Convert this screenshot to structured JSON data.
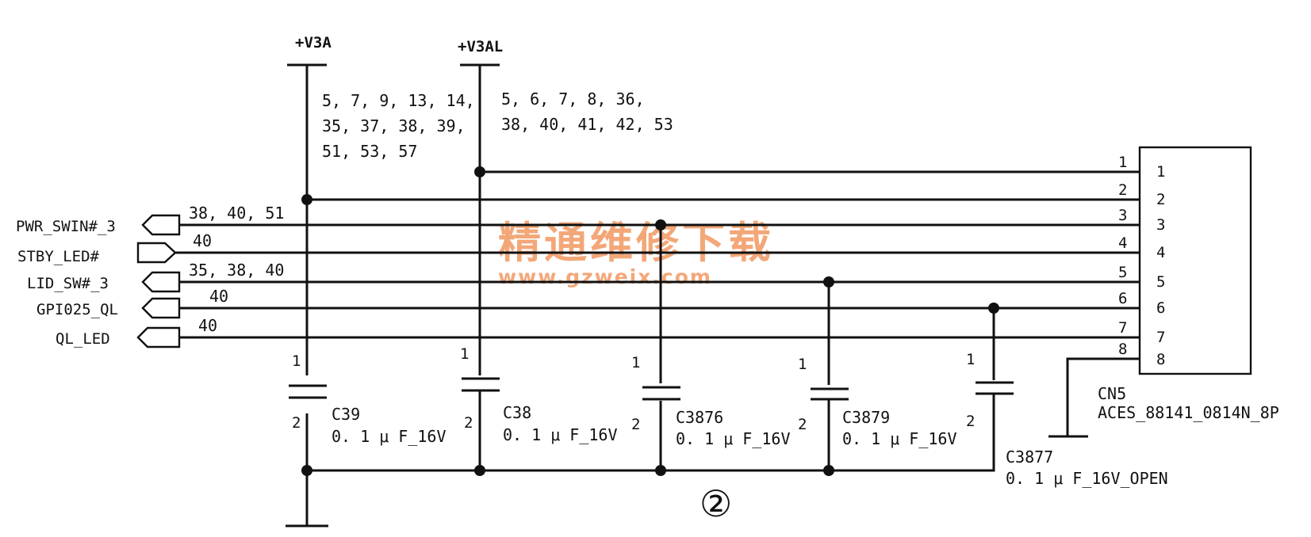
{
  "rails": [
    {
      "name": "+V3A",
      "refs": [
        "5, 7, 9, 13, 14,",
        "35, 37, 38, 39,",
        "51, 53, 57"
      ]
    },
    {
      "name": "+V3AL",
      "refs": [
        "5, 6, 7, 8, 36,",
        "38, 40, 41, 42, 53"
      ]
    }
  ],
  "ports": [
    {
      "name": "PWR_SWIN#_3",
      "ref": "38, 40, 51"
    },
    {
      "name": "STBY_LED#",
      "ref": "40"
    },
    {
      "name": "LID_SW#_3",
      "ref": "35, 38, 40"
    },
    {
      "name": "GPI025_QL",
      "ref": "40"
    },
    {
      "name": "QL_LED",
      "ref": "40"
    }
  ],
  "capacitors": [
    {
      "ref": "C39",
      "value": "0. 1 μ F_16V",
      "pin1": "1",
      "pin2": "2"
    },
    {
      "ref": "C38",
      "value": "0. 1 μ F_16V",
      "pin1": "1",
      "pin2": "2"
    },
    {
      "ref": "C3876",
      "value": "0. 1 μ F_16V",
      "pin1": "1",
      "pin2": "2"
    },
    {
      "ref": "C3879",
      "value": "0. 1 μ F_16V",
      "pin1": "1",
      "pin2": "2"
    },
    {
      "ref": "C3877",
      "value": "0. 1 μ F_16V_OPEN",
      "pin1": "1",
      "pin2": "2"
    }
  ],
  "connector": {
    "ref": "CN5",
    "part": "ACES_88141_0814N_8P",
    "pins": [
      "1",
      "2",
      "3",
      "4",
      "5",
      "6",
      "7",
      "8"
    ]
  },
  "watermark": {
    "cn": "精通维修下载",
    "url": "www.gzweix.com"
  },
  "circle_label": "②"
}
